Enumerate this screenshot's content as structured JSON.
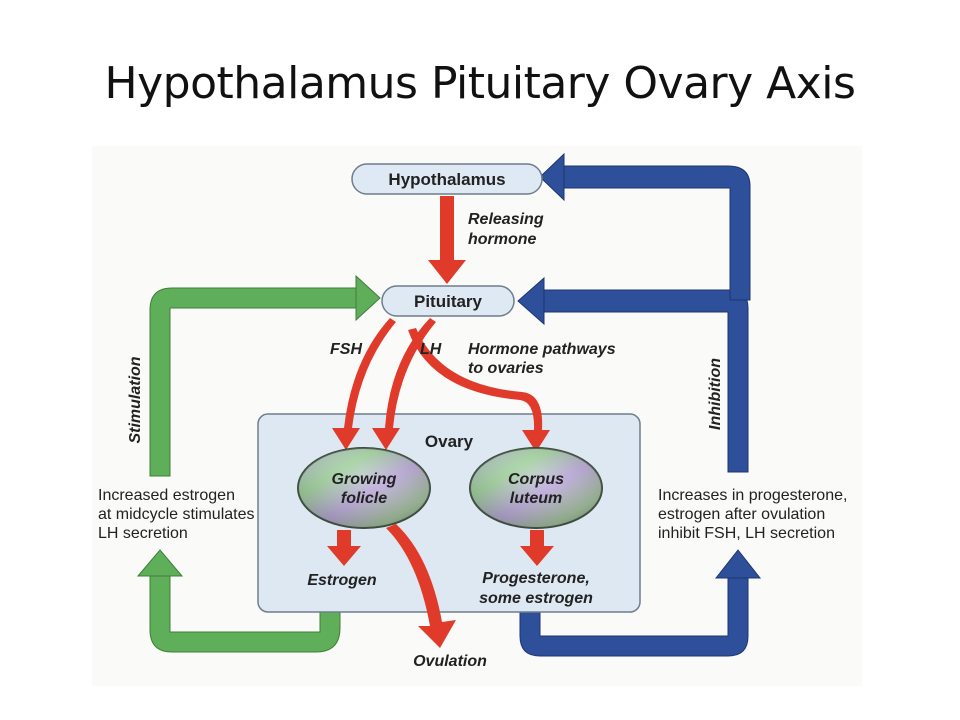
{
  "title": "Hypothalamus Pituitary Ovary Axis",
  "nodes": {
    "hypothalamus": "Hypothalamus",
    "pituitary": "Pituitary",
    "ovary": "Ovary",
    "growing_follicle": [
      "Growing",
      "folicle"
    ],
    "corpus_luteum": [
      "Corpus",
      "luteum"
    ]
  },
  "labels": {
    "releasing_hormone": [
      "Releasing",
      "hormone"
    ],
    "fsh": "FSH",
    "lh": "LH",
    "hormone_pathways": [
      "Hormone pathways",
      "to ovaries"
    ],
    "stimulation": "Stimulation",
    "inhibition": "Inhibition",
    "estrogen": "Estrogen",
    "progesterone": [
      "Progesterone,",
      "some estrogen"
    ],
    "ovulation": "Ovulation",
    "stimulation_note": [
      "Increased estrogen",
      "at midcycle stimulates",
      "LH secretion"
    ],
    "inhibition_note": [
      "Increases in progesterone,",
      "estrogen after ovulation",
      "inhibit FSH, LH secretion"
    ]
  },
  "colors": {
    "red_arrow": "#e03a2a",
    "green_loop": "#5fae5a",
    "blue_loop": "#2e4f9a",
    "node_fill": "#dfe9f3",
    "ovary_fill": "#dde8f2"
  }
}
